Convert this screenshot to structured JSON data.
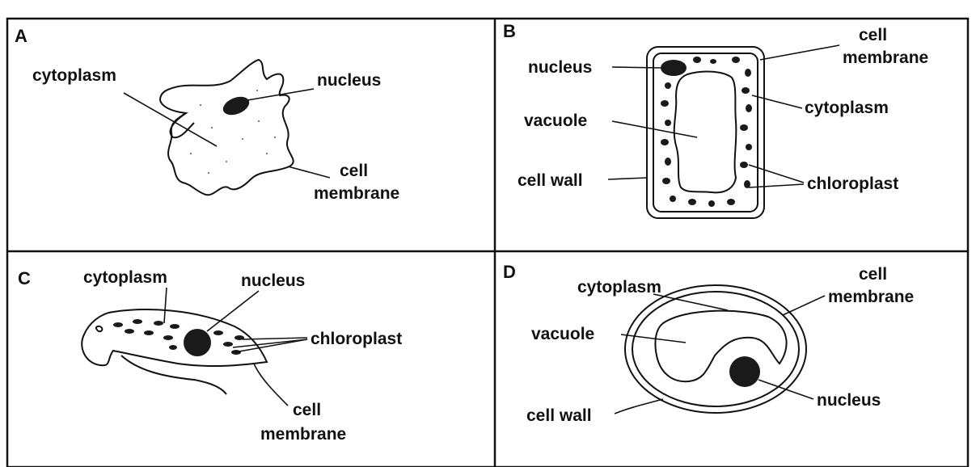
{
  "panels": {
    "A": {
      "letter": "A",
      "labels": {
        "cytoplasm": "cytoplasm",
        "nucleus": "nucleus",
        "membrane_1": "cell",
        "membrane_2": "membrane"
      }
    },
    "B": {
      "letter": "B",
      "labels": {
        "nucleus": "nucleus",
        "membrane_1": "cell",
        "membrane_2": "membrane",
        "cytoplasm": "cytoplasm",
        "vacuole": "vacuole",
        "cell_wall": "cell wall",
        "chloroplast": "chloroplast"
      }
    },
    "C": {
      "letter": "C",
      "labels": {
        "cytoplasm": "cytoplasm",
        "nucleus": "nucleus",
        "chloroplast": "chloroplast",
        "membrane_1": "cell",
        "membrane_2": "membrane"
      }
    },
    "D": {
      "letter": "D",
      "labels": {
        "cytoplasm": "cytoplasm",
        "membrane_1": "cell",
        "membrane_2": "membrane",
        "vacuole": "vacuole",
        "cell_wall": "cell wall",
        "nucleus": "nucleus"
      }
    }
  },
  "colors": {
    "ink": "#111111",
    "background": "#ffffff"
  }
}
